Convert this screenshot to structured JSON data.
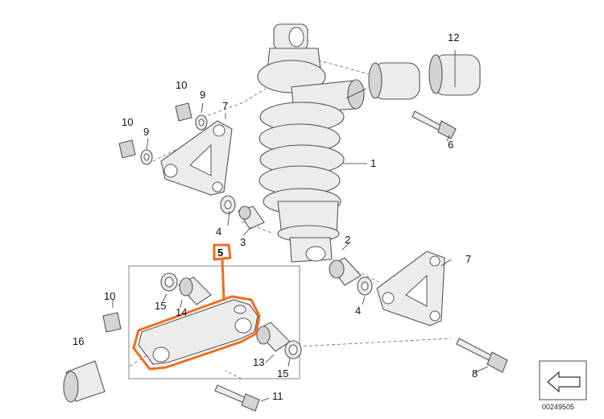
{
  "callouts": {
    "c1": "1",
    "c2": "2",
    "c3": "3",
    "c4a": "4",
    "c4b": "4",
    "c5": "5",
    "c6": "6",
    "c7a": "7",
    "c7b": "7",
    "c8": "8",
    "c9a": "9",
    "c9b": "9",
    "c10a": "10",
    "c10b": "10",
    "c10c": "10",
    "c11": "11",
    "c12": "12",
    "c13": "13",
    "c14": "14",
    "c15a": "15",
    "c15b": "15",
    "c16": "16"
  },
  "document_number": "00249505",
  "highlight_color": "#f26b1d",
  "icons": {
    "corner": "arrow-icon"
  }
}
